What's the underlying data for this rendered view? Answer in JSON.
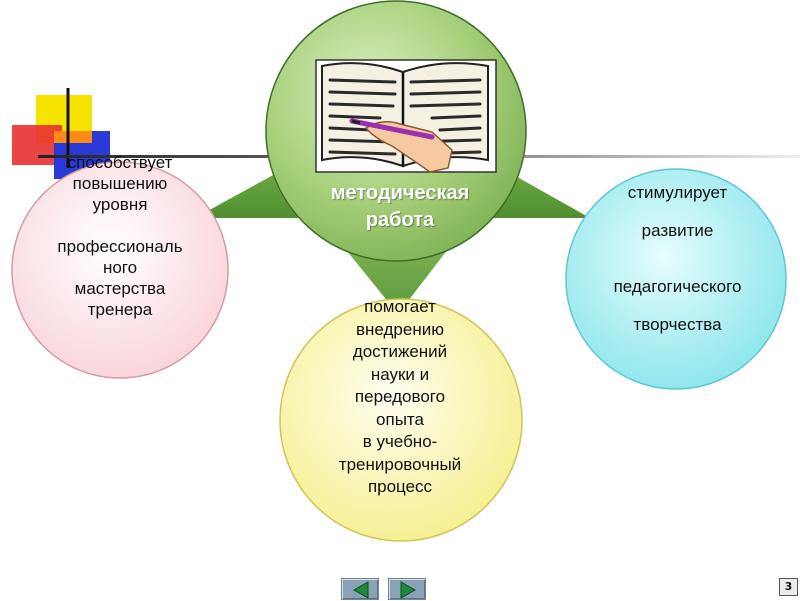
{
  "diagram": {
    "center_label": [
      "методическая",
      "работа"
    ],
    "left_circle_lines": [
      "способствует",
      "повышению",
      "уровня",
      "",
      "профессиональ",
      "ного",
      "мастерства",
      "тренера"
    ],
    "right_circle_lines": [
      "стимулирует",
      "развитие",
      "",
      "педагогического",
      "творчества"
    ],
    "bottom_circle_lines": [
      "помогает",
      "внедрению",
      "достижений",
      "науки и",
      "передового",
      "опыта",
      "в учебно-",
      "тренировочный",
      "процесс"
    ]
  },
  "colors": {
    "center_circle": "#a6cf7a",
    "triangle": "#4a8a30",
    "left_circle": "#fde3e7",
    "right_circle": "#a9eff2",
    "bottom_circle": "#fbf7a8",
    "nav_button": "#8aa2b6",
    "nav_arrow": "#1f8a3a",
    "deco_yellow": "#f7e300",
    "deco_red": "#e83030",
    "deco_blue": "#2a3ad8"
  },
  "icons": {
    "book": "open-book-with-writing-hand",
    "prev": "triangle-left",
    "next": "triangle-right"
  },
  "footer": {
    "page_number": "3"
  }
}
